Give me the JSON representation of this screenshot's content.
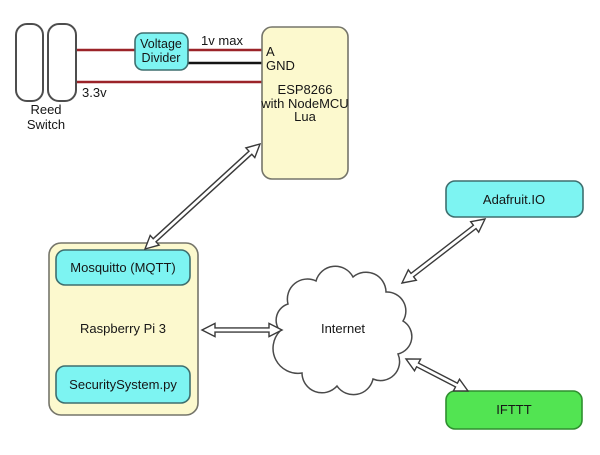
{
  "colors": {
    "box_yellow": "#FCF9CE",
    "box_cyan": "#7DF4F2",
    "box_green": "#52E452",
    "wire_red": "#9B2329",
    "wire_black": "#141414"
  },
  "nodes": {
    "reed_switch": {
      "label_line1": "Reed",
      "label_line2": "Switch"
    },
    "voltage_divider": {
      "label_line1": "Voltage",
      "label_line2": "Divider"
    },
    "esp8266": {
      "pin_a": "A",
      "pin_gnd": "GND",
      "label_line1": "ESP8266",
      "label_line2": "with NodeMCU",
      "label_line3": "Lua"
    },
    "raspberry_pi": {
      "label": "Raspberry Pi 3",
      "mqtt_label": "Mosquitto (MQTT)",
      "security_label": "SecuritySystem.py"
    },
    "internet": {
      "label": "Internet"
    },
    "adafruit": {
      "label": "Adafruit.IO"
    },
    "ifttt": {
      "label": "IFTTT"
    }
  },
  "wire_labels": {
    "one_v_max": "1v max",
    "three_v3": "3.3v"
  },
  "connections": {
    "wires": [
      {
        "from": "Reed Switch",
        "to": "Voltage Divider",
        "color": "red"
      },
      {
        "from": "Voltage Divider",
        "to": "ESP8266 pin A",
        "color": "red",
        "label": "1v max"
      },
      {
        "from": "Voltage Divider",
        "to": "ESP8266 pin GND",
        "color": "black"
      },
      {
        "from": "Reed Switch",
        "to": "ESP8266",
        "color": "red",
        "label": "3.3v"
      }
    ],
    "arrows": [
      {
        "between": [
          "ESP8266 with NodeMCU Lua",
          "Raspberry Pi 3 (Mosquitto MQTT)"
        ],
        "bidirectional": true
      },
      {
        "between": [
          "Raspberry Pi 3",
          "Internet"
        ],
        "bidirectional": true
      },
      {
        "between": [
          "Internet",
          "Adafruit.IO"
        ],
        "bidirectional": true
      },
      {
        "between": [
          "Internet",
          "IFTTT"
        ],
        "bidirectional": true
      }
    ]
  }
}
